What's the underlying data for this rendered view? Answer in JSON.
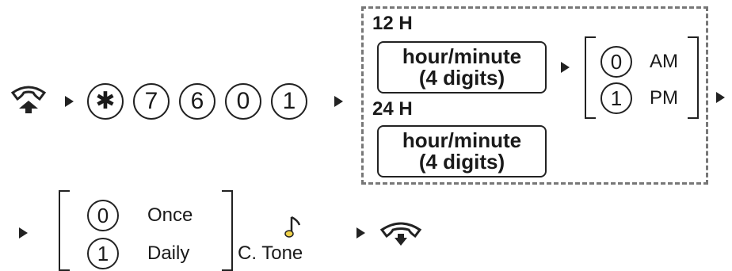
{
  "sequence": {
    "keys": [
      "✱",
      "7",
      "6",
      "0",
      "1"
    ]
  },
  "time_entry": {
    "mode_12h": "12 H",
    "mode_24h": "24 H",
    "box_12h_line1": "hour/minute",
    "box_12h_line2": "(4 digits)",
    "box_24h_line1": "hour/minute",
    "box_24h_line2": "(4 digits)"
  },
  "ampm": {
    "options": [
      {
        "key": "0",
        "label": "AM"
      },
      {
        "key": "1",
        "label": "PM"
      }
    ]
  },
  "repeat": {
    "options": [
      {
        "key": "0",
        "label": "Once"
      },
      {
        "key": "1",
        "label": "Daily"
      }
    ]
  },
  "confirm": {
    "tone_label": "C. Tone",
    "tone_icon": "musical-note-icon"
  },
  "icons": {
    "start": "phone-off-hook-icon",
    "end": "phone-hang-up-icon"
  }
}
